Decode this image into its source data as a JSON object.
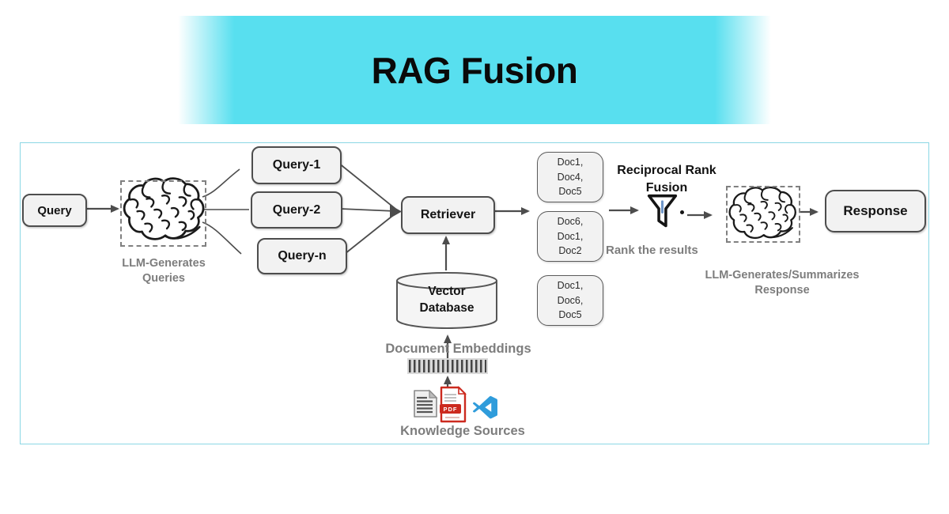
{
  "title": "RAG Fusion",
  "colors": {
    "banner": "#58DFEF",
    "frame_border": "#8BD7E4",
    "node_fill": "#F2F2F2",
    "node_border": "#4D4D4D",
    "arrow": "#4D4D4D",
    "muted_label": "#7D7D7D",
    "pdf_red": "#CC2A1F",
    "vscode_blue": "#2F9CDB",
    "funnel_blue": "#6F96C8"
  },
  "nodes": {
    "query": "Query",
    "query_variants": [
      "Query-1",
      "Query-2",
      "Query-n"
    ],
    "retriever": "Retriever",
    "vector_db": "Vector\nDatabase",
    "response": "Response"
  },
  "doc_results": [
    "Doc1,\nDoc4,\nDoc5",
    "Doc6,\nDoc1,\nDoc2",
    "Doc1,\nDoc6,\nDoc5"
  ],
  "labels": {
    "llm_generates_queries": "LLM-Generates\nQueries",
    "reciprocal_rank_fusion": "Reciprocal Rank\nFusion",
    "rank_the_results": "Rank the results",
    "document_embeddings": "Document Embeddings",
    "knowledge_sources": "Knowledge Sources",
    "llm_generates_response": "LLM-Generates/Summarizes\nResponse",
    "pdf_badge": "PDF"
  },
  "icons": {
    "llm": "brain-icon",
    "fusion": "funnel-icon",
    "storage": "database-cylinder-icon",
    "embeddings": "barcode-icon",
    "sources": [
      "document-icon",
      "pdf-icon",
      "vscode-icon"
    ]
  }
}
